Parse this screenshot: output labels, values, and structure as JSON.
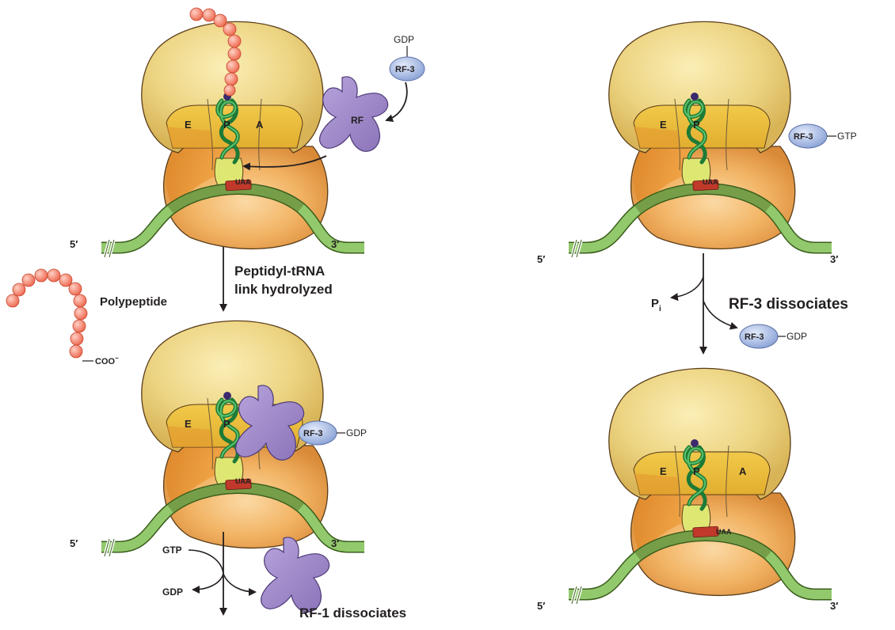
{
  "colors": {
    "large_subunit": "#e9cf79",
    "small_subunit": "#f0b261",
    "mrna": "#8cc465",
    "trna": "#2f9a4a",
    "rf": "#9b84c4",
    "rf3": "#a9bde6",
    "peptide": "#f47a63",
    "stop_codon": "#c0392b"
  },
  "panel1": {
    "sites": {
      "e": "E",
      "p": "P",
      "a": "A"
    },
    "codon": "UAA",
    "five_prime": "5′",
    "three_prime": "3′",
    "rf_label": "RF",
    "rf3_label": "RF-3",
    "gdp": "GDP"
  },
  "step1": {
    "line1": "Peptidyl-tRNA",
    "line2": "link hydrolyzed"
  },
  "polypeptide": {
    "label": "Polypeptide",
    "coo": "COO",
    "charge": "−"
  },
  "panel2": {
    "sites": {
      "e": "E",
      "p": "P"
    },
    "codon": "UAA",
    "five_prime": "5′",
    "three_prime": "3′",
    "rf3_label": "RF-3",
    "gdp": "GDP"
  },
  "step2": {
    "gtp": "GTP",
    "gdp": "GDP",
    "text": "RF-1 dissociates"
  },
  "panel3": {
    "sites": {
      "e": "E",
      "p": "P"
    },
    "codon": "UAA",
    "five_prime": "5′",
    "three_prime": "3′",
    "rf3_label": "RF-3",
    "gtp": "GTP"
  },
  "step3": {
    "pi": "P",
    "pi_sub": "i",
    "text": "RF-3 dissociates",
    "rf3_label": "RF-3",
    "gdp": "GDP"
  },
  "panel4": {
    "sites": {
      "e": "E",
      "p": "P",
      "a": "A"
    },
    "codon": "UAA",
    "five_prime": "5′",
    "three_prime": "3′"
  }
}
